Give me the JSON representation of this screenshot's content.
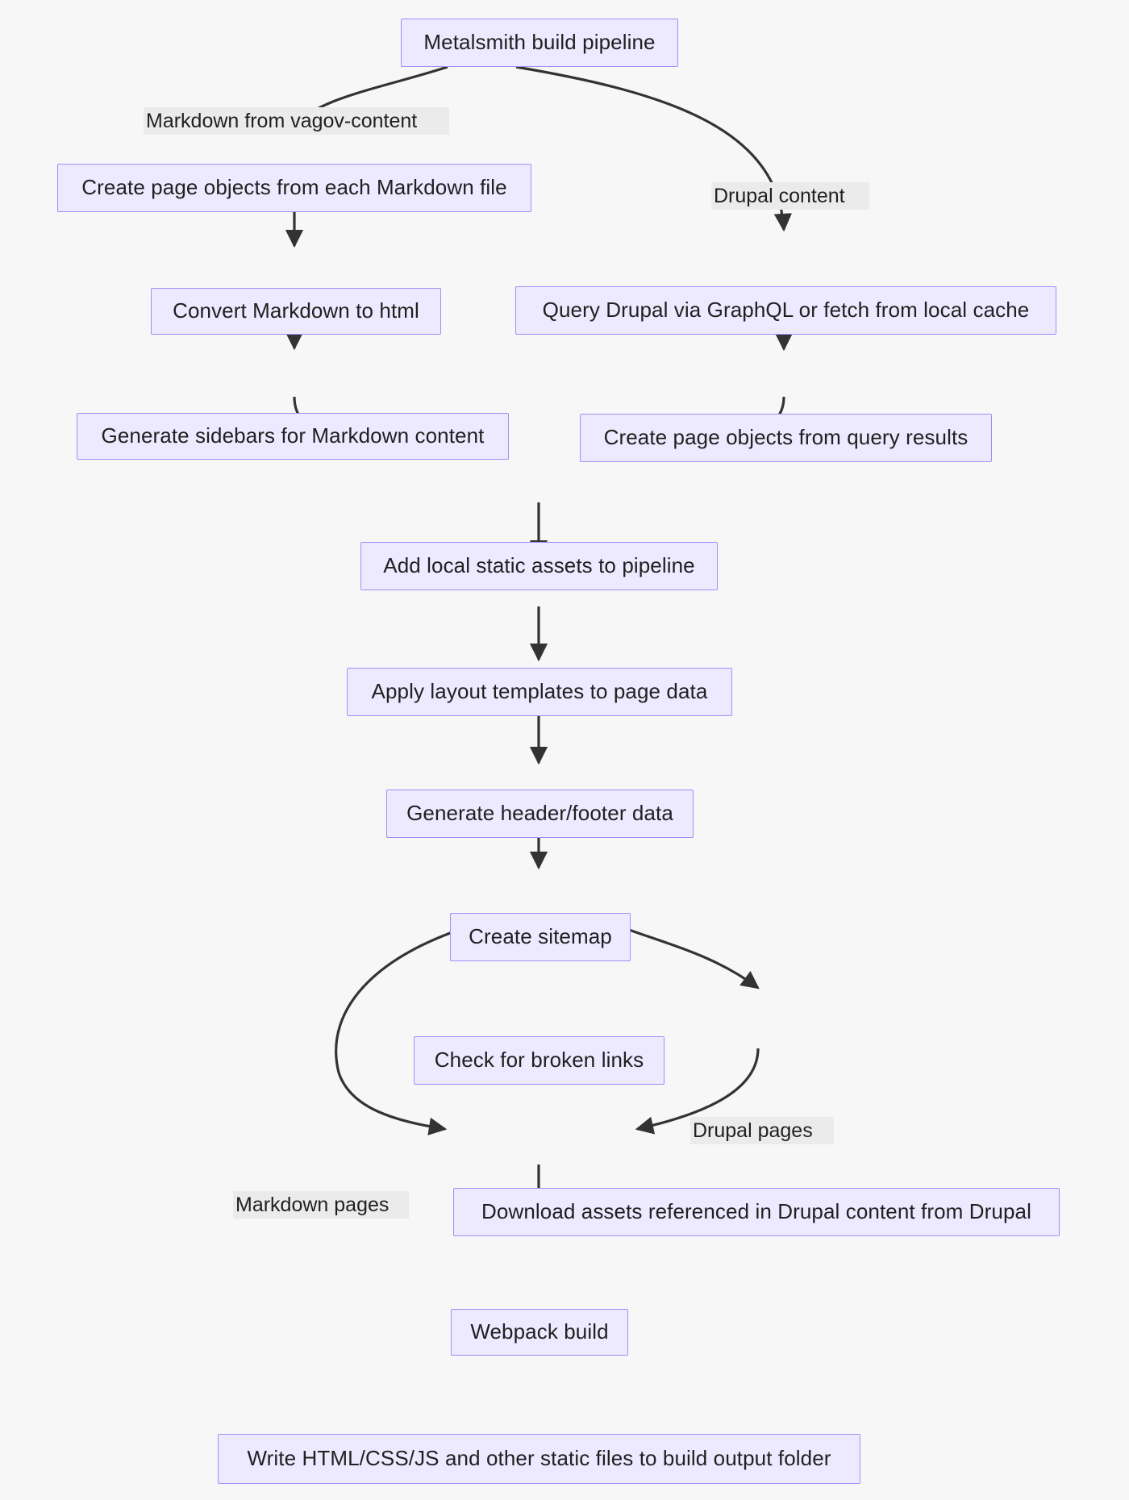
{
  "diagram": {
    "type": "flowchart",
    "direction": "top-down",
    "title": "Metalsmith build pipeline",
    "colors": {
      "node_fill": "#ede9fe",
      "node_border": "#a78bfa",
      "edge_stroke": "#333333",
      "edge_label_bg": "#ebebeb",
      "canvas_bg": "#f7f7f7",
      "text": "#1f2020"
    },
    "nodes": [
      {
        "id": "start",
        "label": "Metalsmith build pipeline"
      },
      {
        "id": "md_pages",
        "label": "Create page objects from each Markdown file"
      },
      {
        "id": "md_html",
        "label": "Convert Markdown to html"
      },
      {
        "id": "md_sidebar",
        "label": "Generate sidebars for Markdown content"
      },
      {
        "id": "drupal_query",
        "label": "Query Drupal via GraphQL or fetch from local cache"
      },
      {
        "id": "drupal_pages",
        "label": "Create page objects from query results"
      },
      {
        "id": "assets",
        "label": "Add local static assets to pipeline"
      },
      {
        "id": "layouts",
        "label": "Apply layout templates to page data"
      },
      {
        "id": "headerfooter",
        "label": "Generate header/footer data"
      },
      {
        "id": "sitemap",
        "label": "Create sitemap"
      },
      {
        "id": "brokenlinks",
        "label": "Check for broken links"
      },
      {
        "id": "download",
        "label": "Download assets referenced in Drupal content from Drupal"
      },
      {
        "id": "webpack",
        "label": "Webpack build"
      },
      {
        "id": "write",
        "label": "Write HTML/CSS/JS and other static files to build output folder"
      }
    ],
    "edge_labels": [
      {
        "id": "e1",
        "label": "Markdown from vagov-content"
      },
      {
        "id": "e2",
        "label": "Drupal content"
      },
      {
        "id": "e3",
        "label": "Drupal pages"
      },
      {
        "id": "e4",
        "label": "Markdown pages"
      }
    ],
    "edges": [
      {
        "from": "start",
        "to": "md_pages",
        "label": "Markdown from vagov-content"
      },
      {
        "from": "start",
        "to": "drupal_query",
        "label": "Drupal content"
      },
      {
        "from": "md_pages",
        "to": "md_html",
        "label": ""
      },
      {
        "from": "md_html",
        "to": "md_sidebar",
        "label": ""
      },
      {
        "from": "drupal_query",
        "to": "drupal_pages",
        "label": ""
      },
      {
        "from": "md_sidebar",
        "to": "assets",
        "label": ""
      },
      {
        "from": "drupal_pages",
        "to": "assets",
        "label": ""
      },
      {
        "from": "assets",
        "to": "layouts",
        "label": ""
      },
      {
        "from": "layouts",
        "to": "headerfooter",
        "label": ""
      },
      {
        "from": "headerfooter",
        "to": "sitemap",
        "label": ""
      },
      {
        "from": "sitemap",
        "to": "brokenlinks",
        "label": ""
      },
      {
        "from": "brokenlinks",
        "to": "download",
        "label": "Drupal pages"
      },
      {
        "from": "brokenlinks",
        "to": "webpack",
        "label": "Markdown pages"
      },
      {
        "from": "download",
        "to": "webpack",
        "label": ""
      },
      {
        "from": "webpack",
        "to": "write",
        "label": ""
      }
    ]
  }
}
